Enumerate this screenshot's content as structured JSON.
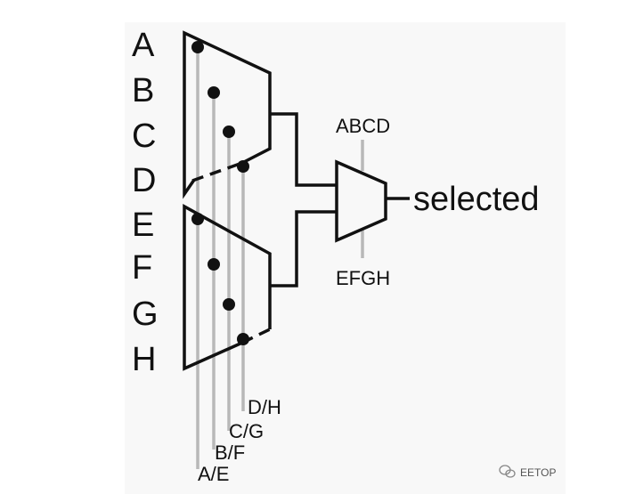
{
  "diagram": {
    "inputs": [
      "A",
      "B",
      "C",
      "D",
      "E",
      "F",
      "G",
      "H"
    ],
    "select_labels": [
      "A/E",
      "B/F",
      "C/G",
      "D/H"
    ],
    "second_stage_select_top": "ABCD",
    "second_stage_select_bottom": "EFGH",
    "output_label": "selected"
  },
  "watermark": {
    "text": "EETOP",
    "icon": "wechat-icon"
  },
  "colors": {
    "line": "#111111",
    "select_line": "#b8b8b8",
    "background": "#f8f8f8"
  }
}
